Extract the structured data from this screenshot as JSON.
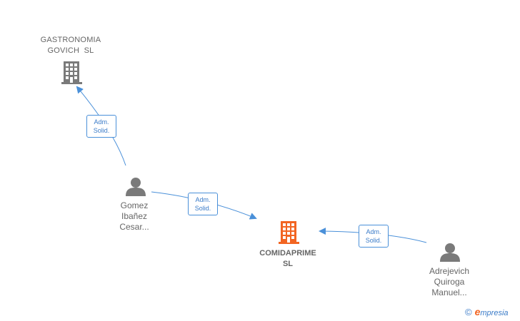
{
  "nodes": {
    "gastronomia": {
      "name_lines": [
        "GASTRONOMIA",
        "GOVICH  SL"
      ],
      "type": "company"
    },
    "comidaprime": {
      "name_lines": [
        "COMIDAPRIME",
        "SL"
      ],
      "type": "company-main"
    },
    "gomez": {
      "name_lines": [
        "Gomez",
        "Ibañez",
        "Cesar..."
      ],
      "type": "person"
    },
    "adrejevich": {
      "name_lines": [
        "Adrejevich",
        "Quiroga",
        "Manuel..."
      ],
      "type": "person"
    }
  },
  "edges": [
    {
      "from": "gomez",
      "to": "gastronomia",
      "label_lines": [
        "Adm.",
        "Solid."
      ]
    },
    {
      "from": "gomez",
      "to": "comidaprime",
      "label_lines": [
        "Adm.",
        "Solid."
      ]
    },
    {
      "from": "adrejevich",
      "to": "comidaprime",
      "label_lines": [
        "Adm.",
        "Solid."
      ]
    }
  ],
  "footer": {
    "copyright_symbol": "©",
    "brand_initial": "e",
    "brand_rest": "mpresia"
  },
  "colors": {
    "company_icon": "#7a7a7a",
    "main_company_icon": "#f26522",
    "person_icon": "#7a7a7a",
    "edge": "#4a90d9",
    "label_text": "#666666"
  }
}
